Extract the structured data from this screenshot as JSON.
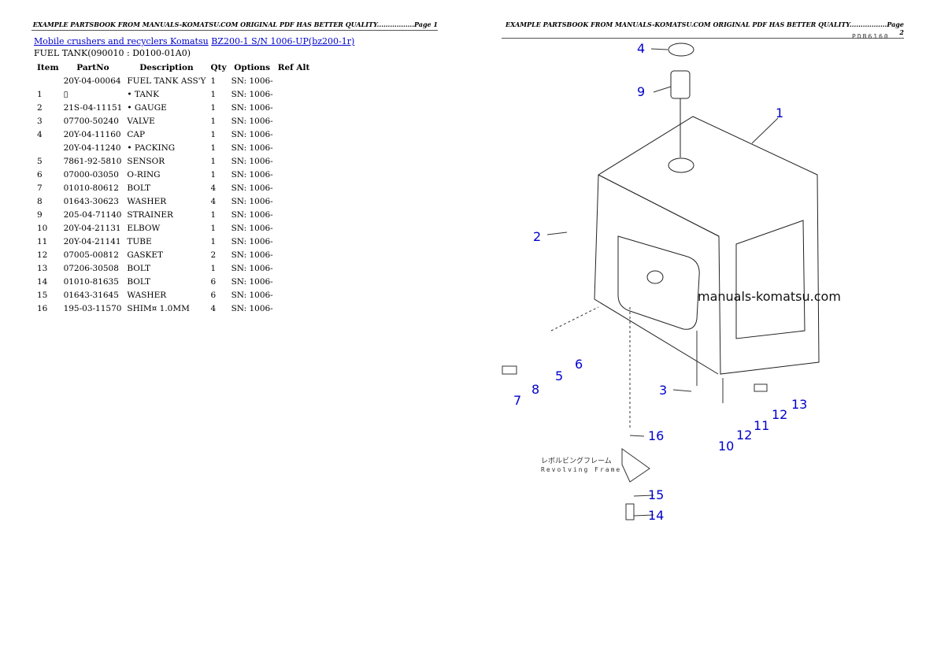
{
  "page1": {
    "header": "EXAMPLE PARTSBOOK FROM MANUALS-KOMATSU.COM ORIGINAL PDF HAS BETTER QUALITY.................Page 1",
    "breadcrumb_link1": "Mobile crushers and recyclers Komatsu",
    "breadcrumb_link2": "BZ200-1 S/N 1006-UP(bz200-1r)",
    "subtitle": "FUEL TANK(090010 : D0100-01A0)",
    "columns": [
      "Item",
      "PartNo",
      "Description",
      "Qty",
      "Options",
      "Ref Alt"
    ],
    "rows": [
      [
        "",
        "20Y-04-00064",
        "FUEL TANK ASS'Y",
        "1",
        "SN: 1006-"
      ],
      [
        "1",
        "▯",
        "• TANK",
        "1",
        "SN: 1006-"
      ],
      [
        "2",
        "21S-04-11151",
        "• GAUGE",
        "1",
        "SN: 1006-"
      ],
      [
        "3",
        "07700-50240",
        "VALVE",
        "1",
        "SN: 1006-"
      ],
      [
        "4",
        "20Y-04-11160",
        "CAP",
        "1",
        "SN: 1006-"
      ],
      [
        "",
        "20Y-04-11240",
        "• PACKING",
        "1",
        "SN: 1006-"
      ],
      [
        "5",
        "7861-92-5810",
        "SENSOR",
        "1",
        "SN: 1006-"
      ],
      [
        "6",
        "07000-03050",
        "O-RING",
        "1",
        "SN: 1006-"
      ],
      [
        "7",
        "01010-80612",
        "BOLT",
        "4",
        "SN: 1006-"
      ],
      [
        "8",
        "01643-30623",
        "WASHER",
        "4",
        "SN: 1006-"
      ],
      [
        "9",
        "205-04-71140",
        "STRAINER",
        "1",
        "SN: 1006-"
      ],
      [
        "10",
        "20Y-04-21131",
        "ELBOW",
        "1",
        "SN: 1006-"
      ],
      [
        "11",
        "20Y-04-21141",
        "TUBE",
        "1",
        "SN: 1006-"
      ],
      [
        "12",
        "07005-00812",
        "GASKET",
        "2",
        "SN: 1006-"
      ],
      [
        "13",
        "07206-30508",
        "BOLT",
        "1",
        "SN: 1006-"
      ],
      [
        "14",
        "01010-81635",
        "BOLT",
        "6",
        "SN: 1006-"
      ],
      [
        "15",
        "01643-31645",
        "WASHER",
        "6",
        "SN: 1006-"
      ],
      [
        "16",
        "195-03-11570",
        "SHIM¤ 1.0MM",
        "4",
        "SN: 1006-"
      ]
    ]
  },
  "page2": {
    "header": "EXAMPLE PARTSBOOK FROM MANUALS-KOMATSU.COM ORIGINAL PDF HAS BETTER QUALITY.................Page 2",
    "drawing_code": "PDB6160",
    "watermark": "manuals-komatsu.com",
    "frame_label_jp": "レボルビングフレーム",
    "frame_label_en": "Revolving Frame",
    "callouts": [
      "4",
      "9",
      "1",
      "2",
      "6",
      "5",
      "8",
      "7",
      "3",
      "13",
      "12",
      "11",
      "12",
      "10",
      "16",
      "15",
      "14"
    ],
    "callout_color": "#0000cc"
  }
}
